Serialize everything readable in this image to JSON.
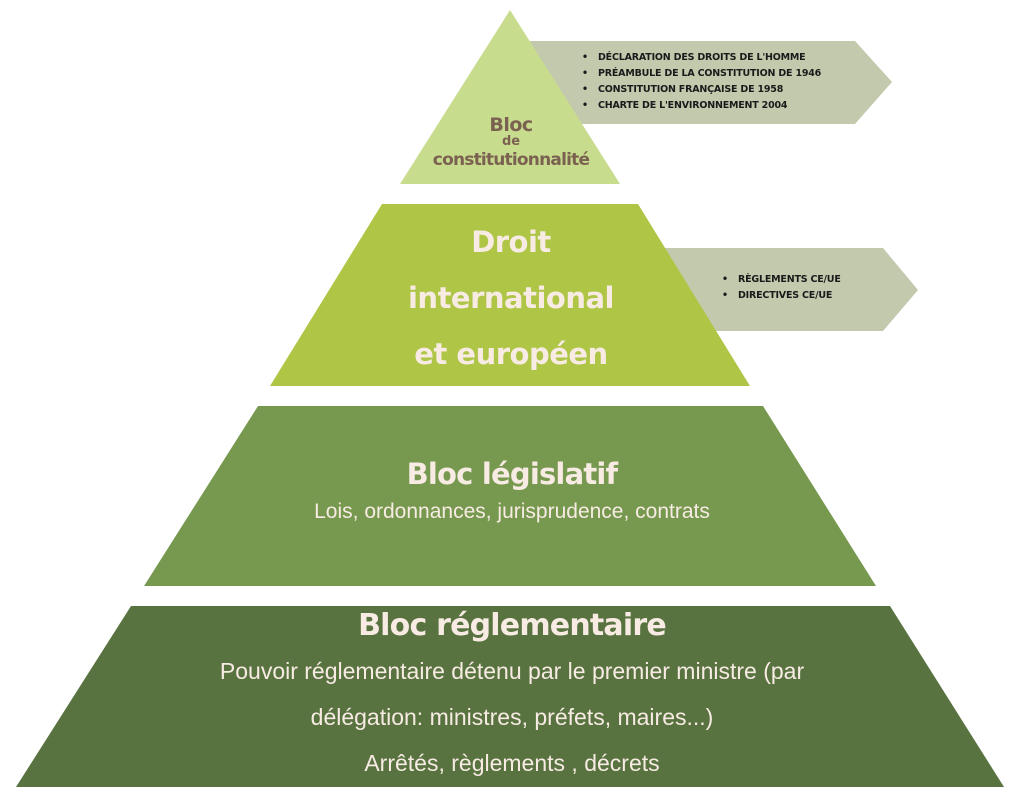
{
  "colors": {
    "tier1": "#c8dc8e",
    "tier2": "#aec545",
    "tier3": "#77994f",
    "tier4": "#587340",
    "arrow": "#c3c9ad",
    "text_light": "#f7ebe3",
    "text_brown": "#7a6150",
    "bullet_text": "#1a1a1a"
  },
  "pyramid": {
    "tier1": {
      "title_lines": [
        "Bloc",
        "de",
        "constitutionnalité"
      ],
      "arrow_items": [
        "Déclaration des droits de l'Homme",
        "Préambule de la constitution de 1946",
        "Constitution française de 1958",
        "Charte de l'environnement 2004"
      ]
    },
    "tier2": {
      "title_lines": [
        "Droit",
        "international",
        "et européen"
      ],
      "arrow_items": [
        "Règlements CE/UE",
        "Directives CE/UE"
      ]
    },
    "tier3": {
      "title": "Bloc législatif",
      "subtitle": "Lois, ordonnances, jurisprudence, contrats"
    },
    "tier4": {
      "title": "Bloc réglementaire",
      "lines": [
        "Pouvoir réglementaire détenu par le premier ministre (par",
        "délégation: ministres, préfets, maires...)",
        "Arrêtés, règlements , décrets"
      ]
    },
    "bullet_glyph": "•"
  }
}
